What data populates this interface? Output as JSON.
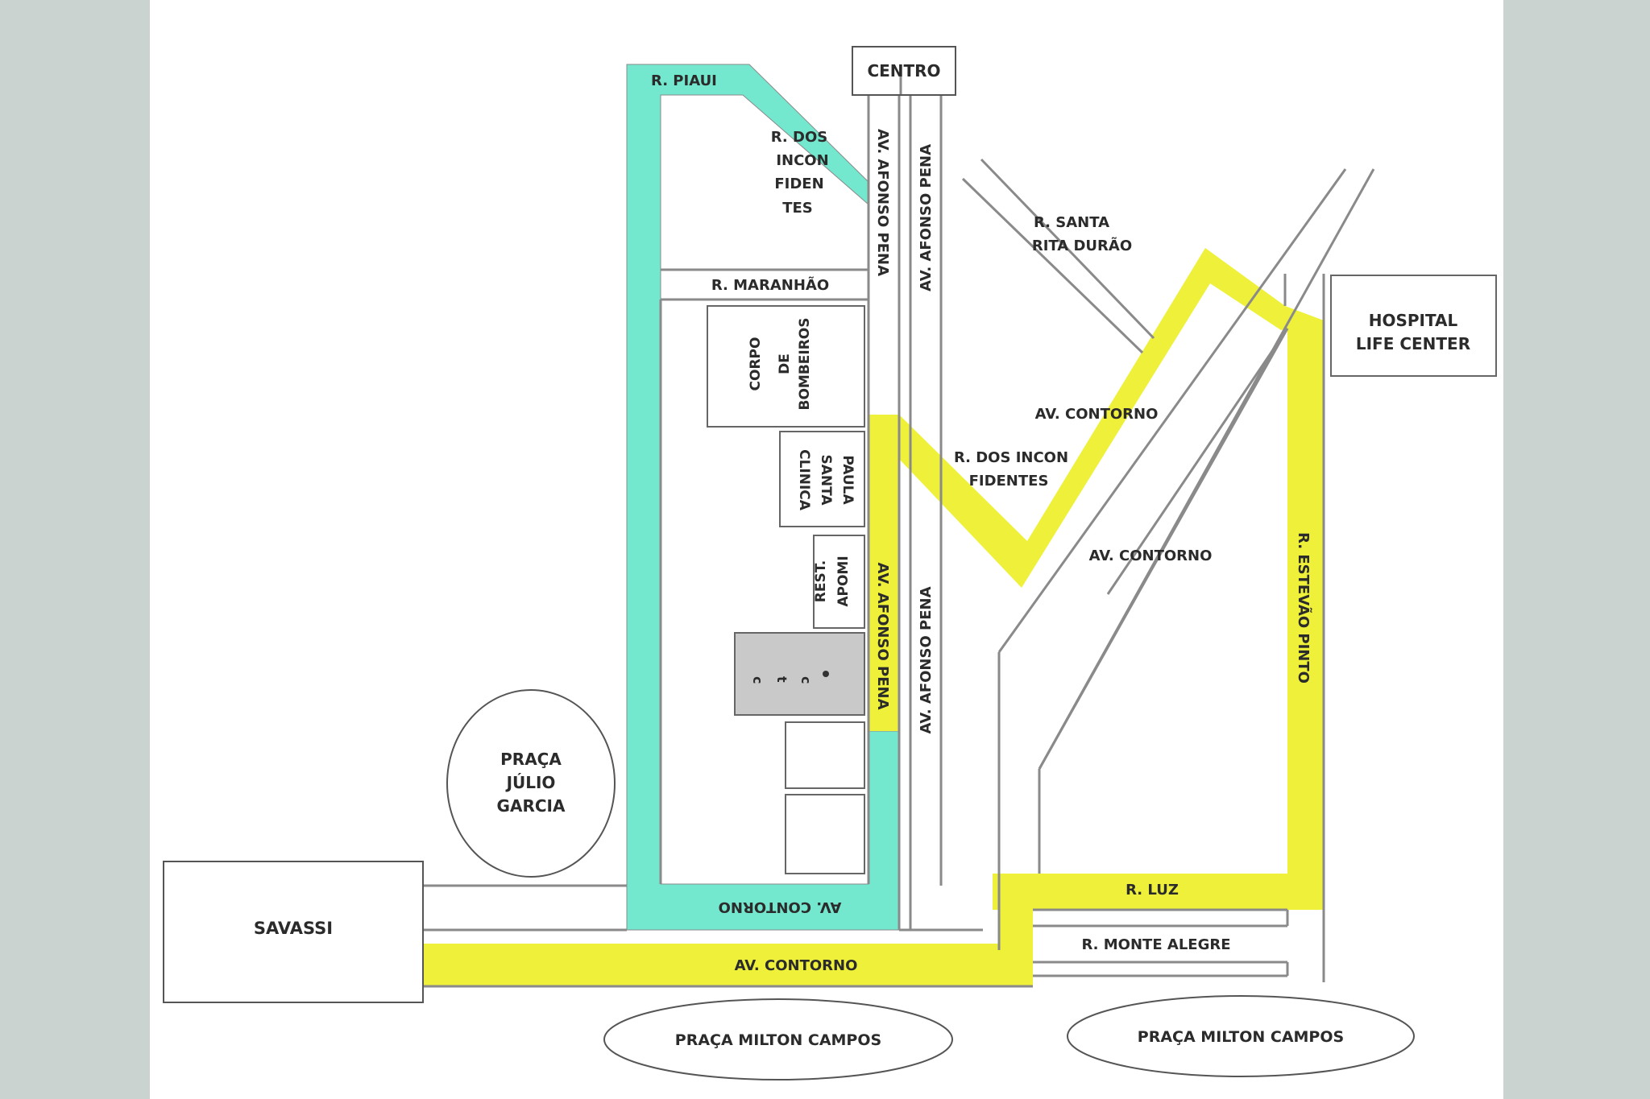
{
  "labels": {
    "centro": "CENTRO",
    "r_piaui": "R. PIAUI",
    "r_dos_incon_1": "R. DOS",
    "r_dos_incon_2": "INCON",
    "r_dos_incon_3": "FIDEN",
    "r_dos_incon_4": "TES",
    "av_afonso_pena_upper_left": "AV. AFONSO PENA",
    "av_afonso_pena_upper_right": "AV. AFONSO PENA",
    "r_santa_rita_1": "R. SANTA",
    "r_santa_rita_2": "RITA DURÃO",
    "r_maranhao": "R. MARANHÃO",
    "hospital_1": "HOSPITAL",
    "hospital_2": "LIFE CENTER",
    "corpo_bombeiros_1": "CORPO",
    "corpo_bombeiros_2": "DE",
    "corpo_bombeiros_3": "BOMBEIROS",
    "av_contorno_upper": "AV. CONTORNO",
    "r_dos_incon_mid_1": "R. DOS INCON",
    "r_dos_incon_mid_2": "FIDENTES",
    "clinica_1": "CLINICA",
    "clinica_2": "SANTA",
    "clinica_3": "PAULA",
    "av_contorno_mid": "AV. CONTORNO",
    "r_estevao_pinto": "R. ESTEVÃO PINTO",
    "rest_1": "REST.",
    "rest_2": "APOMI",
    "av_afonso_pena_lower_left": "AV. AFONSO PENA",
    "av_afonso_pena_lower_right": "AV. AFONSO PENA",
    "praca_julio_1": "PRAÇA",
    "praca_julio_2": "JÚLIO",
    "praca_julio_3": "GARCIA",
    "savassi": "SAVASSI",
    "av_contorno_inverted": "AV. CONTORNO",
    "r_luz": "R. LUZ",
    "r_monte_alegre": "R. MONTE ALEGRE",
    "av_contorno_bottom": "AV. CONTORNO",
    "praca_milton_left": "PRAÇA MILTON CAMPOS",
    "praca_milton_right": "PRAÇA MILTON CAMPOS"
  },
  "colors": {
    "background_frame": "#cbd3d1",
    "route_cyan": "#74e8cf",
    "route_yellow": "#eef03a",
    "street_outline": "#8a8a8a",
    "highlight_box": "#c9c9c9"
  }
}
